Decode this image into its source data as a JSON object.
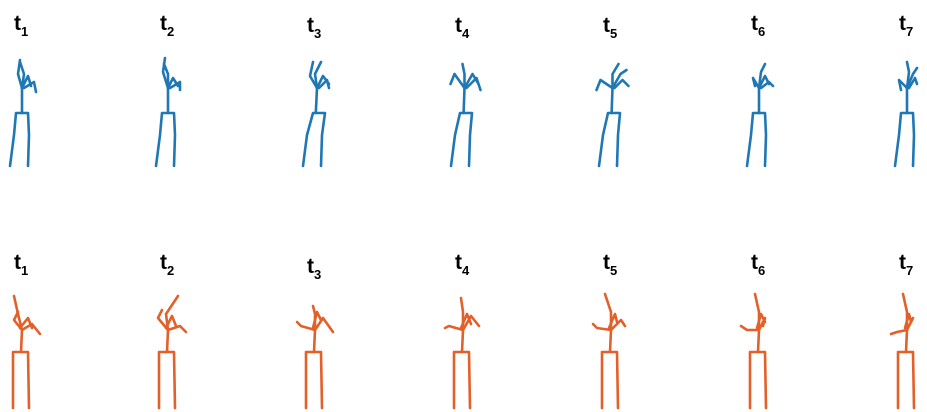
{
  "colors": {
    "top_row": "#1f77b4",
    "bottom_row": "#e2602a"
  },
  "rows": [
    {
      "id": "top",
      "color_key": "top_row",
      "frames": [
        {
          "base": "t",
          "sub": "1"
        },
        {
          "base": "t",
          "sub": "2"
        },
        {
          "base": "t",
          "sub": "3"
        },
        {
          "base": "t",
          "sub": "4"
        },
        {
          "base": "t",
          "sub": "5"
        },
        {
          "base": "t",
          "sub": "6"
        },
        {
          "base": "t",
          "sub": "7"
        }
      ]
    },
    {
      "id": "bottom",
      "color_key": "bottom_row",
      "frames": [
        {
          "base": "t",
          "sub": "1"
        },
        {
          "base": "t",
          "sub": "2"
        },
        {
          "base": "t",
          "sub": "3"
        },
        {
          "base": "t",
          "sub": "4"
        },
        {
          "base": "t",
          "sub": "5"
        },
        {
          "base": "t",
          "sub": "6"
        },
        {
          "base": "t",
          "sub": "7"
        }
      ]
    }
  ]
}
